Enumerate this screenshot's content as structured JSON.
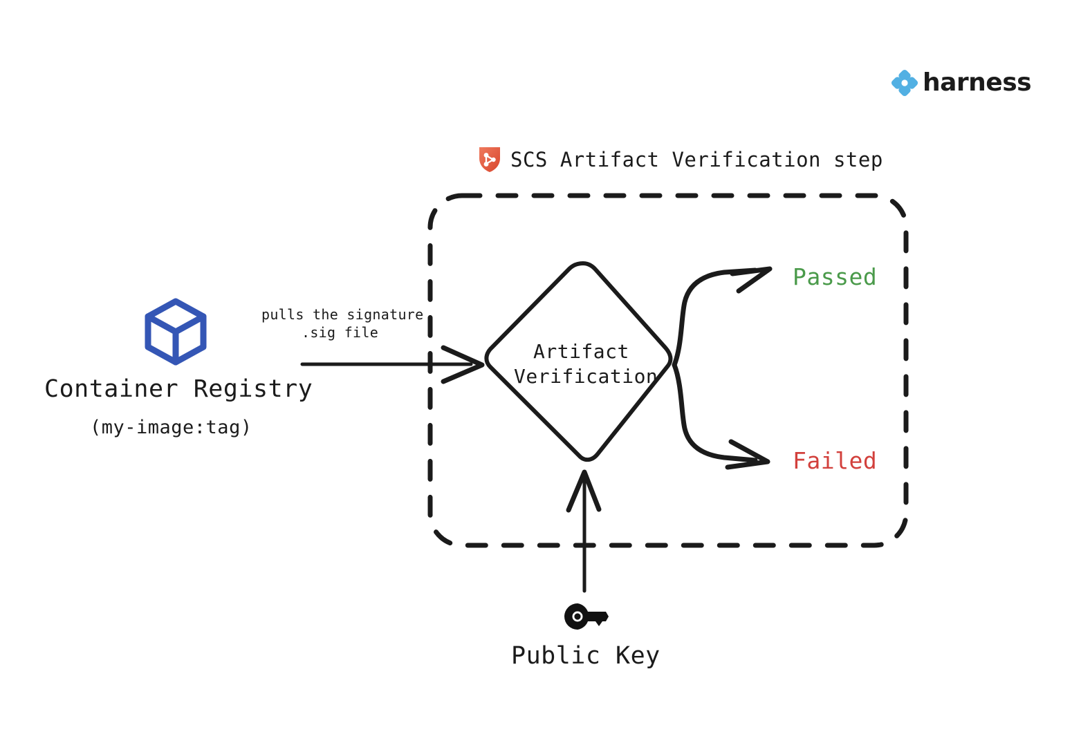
{
  "branding": {
    "logo_icon": "harness-diamond-logo-icon",
    "wordmark": "harness",
    "logo_color": "#52b0e3"
  },
  "step": {
    "icon": "scs-shield-icon",
    "icon_color": "#e05a43",
    "title": "SCS Artifact Verification step"
  },
  "source": {
    "icon": "container-cube-icon",
    "icon_color": "#3456b5",
    "title": "Container Registry",
    "subtitle": "(my-image:tag)"
  },
  "edges": {
    "pull_label_line1": "pulls the signature",
    "pull_label_line2": ".sig file"
  },
  "decision": {
    "line1": "Artifact",
    "line2": "Verification"
  },
  "outcomes": [
    {
      "label": "Passed",
      "color": "#4a9a4a"
    },
    {
      "label": "Failed",
      "color": "#d2403c"
    }
  ],
  "input": {
    "icon": "key-icon",
    "icon_color": "#111111",
    "label": "Public Key"
  },
  "colors": {
    "stroke": "#1b1b1b",
    "background": "#ffffff"
  }
}
